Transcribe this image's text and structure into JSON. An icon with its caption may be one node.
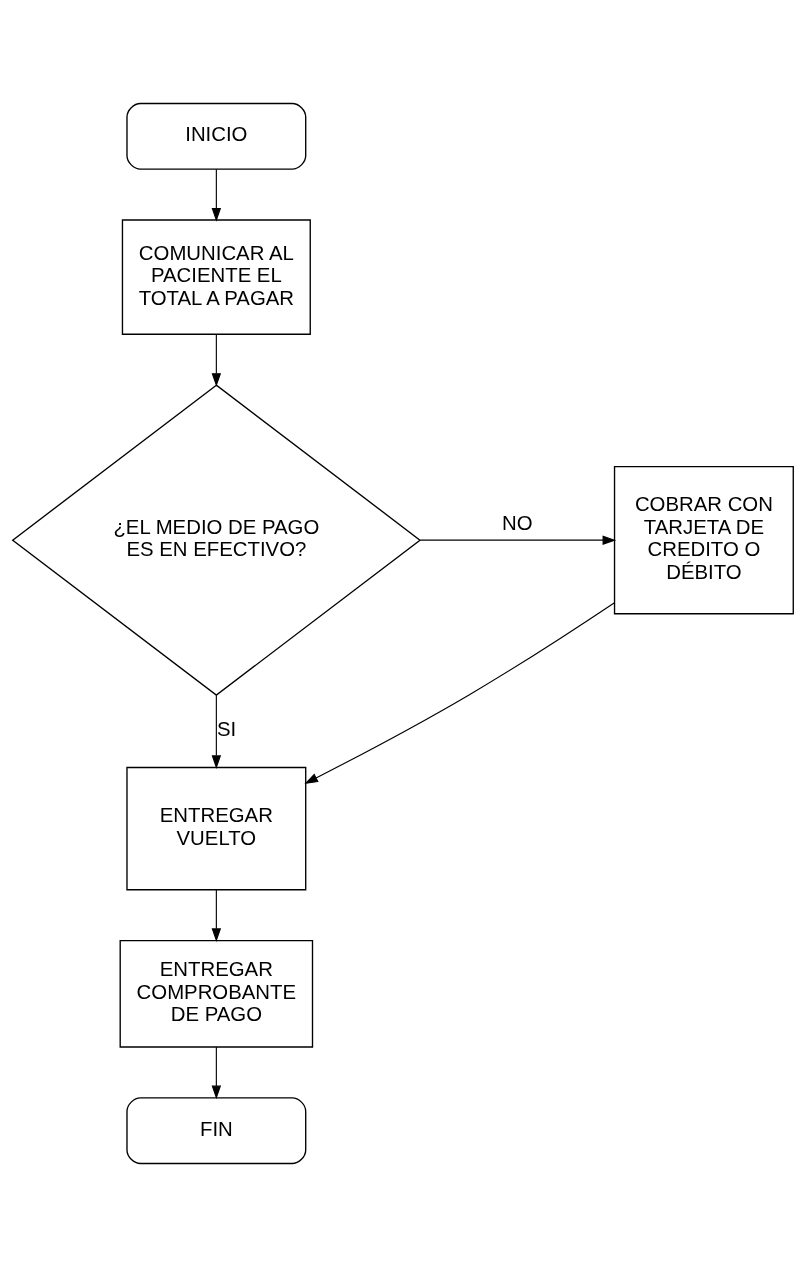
{
  "diagram": {
    "nodes": [
      {
        "text": [
          "INICIO"
        ]
      },
      {
        "text": [
          "COMUNICAR AL PACIENTE EL TOTAL A PAGAR"
        ]
      },
      {
        "text": [
          "¿EL MEDIO DE PAGO ES EN EFECTIVO?"
        ]
      },
      {
        "text": [
          "COBRAR CON TARJETA DE CREDITO O DÉBITO"
        ]
      },
      {
        "text": [
          "ENTREGAR VUELTO"
        ]
      },
      {
        "text": [
          "ENTREGAR COMPROBANTE DE PAGO"
        ]
      },
      {
        "text": [
          "FIN"
        ]
      }
    ],
    "edges": [
      {
        "from": 0,
        "to": 1,
        "arrow": "to"
      },
      {
        "from": 1,
        "to": 2,
        "arrow": "to"
      },
      {
        "from": 2,
        "to": 3,
        "label": "NO",
        "arrow": "to"
      },
      {
        "from": 2,
        "to": 4,
        "label": "SI",
        "arrow": "to"
      },
      {
        "from": 3,
        "to": 4,
        "arrow": "to"
      },
      {
        "from": 4,
        "to": 5,
        "arrow": "to"
      },
      {
        "from": 5,
        "to": 6,
        "arrow": "to"
      }
    ]
  }
}
